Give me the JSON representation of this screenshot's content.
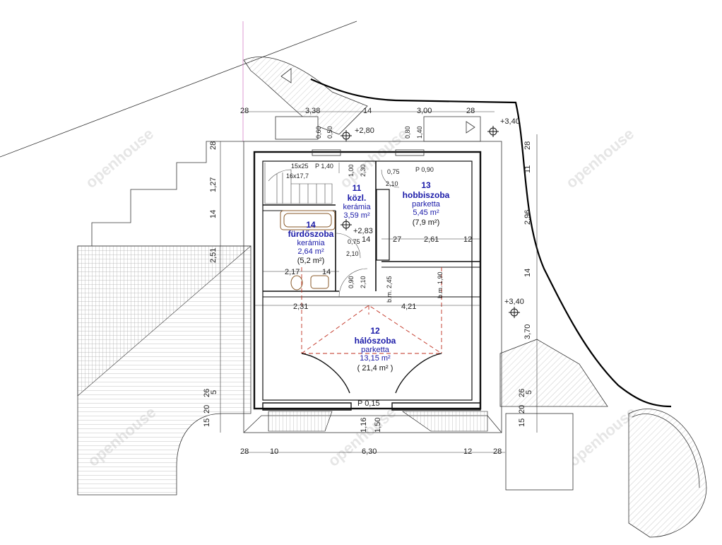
{
  "watermark": "openhouse",
  "dims": {
    "top": [
      "28",
      "3,38",
      "14",
      "3,00",
      "28"
    ],
    "bottom": [
      "28",
      "10",
      "6,30",
      "12",
      "28"
    ],
    "left": [
      "28",
      "1,27",
      "14",
      "2,51",
      "26",
      "20",
      "15",
      "5"
    ],
    "right": [
      "28",
      "11",
      "2,96",
      "14",
      "3,70",
      "26",
      "20",
      "15",
      "5"
    ],
    "inner": {
      "d_060": "0,60",
      "d_050": "0,50",
      "d_080": "0,80",
      "d_140": "1,40",
      "d_100": "1,00",
      "d_230": "2,30",
      "d_075a": "0,75",
      "d_210a": "2,10",
      "d_075b": "0,75",
      "d_210b": "2,10",
      "d_090": "0,90",
      "d_210c": "2,10",
      "d_217": "2,17",
      "d_14a": "14",
      "d_14b": "14",
      "d_27": "27",
      "d_261": "2,61",
      "d_12": "12",
      "d_231": "2,31",
      "d_421": "4,21",
      "d_116": "1,16",
      "d_150": "1,50",
      "stair1": "15x25",
      "stair2": "16x17,7",
      "bm1": "b.m. 2,45",
      "bm2": "b.m. 1,90"
    }
  },
  "levels": [
    "+2,80",
    "+3,40",
    "+2,83",
    "+3,40"
  ],
  "parapets": [
    "P 1,40",
    "P 0,90",
    "P 0,15"
  ],
  "rooms": [
    {
      "num": "11",
      "name": "közl.",
      "material": "kerámia",
      "area": "3,59 m²"
    },
    {
      "num": "13",
      "name": "hobbiszoba",
      "material": "parketta",
      "area": "5,45 m²",
      "area2": "(7,9 m²)"
    },
    {
      "num": "14",
      "name": "fürdőszoba",
      "material": "kerámia",
      "area": "2,64 m²",
      "area2": "(5,2 m²)"
    },
    {
      "num": "12",
      "name": "hálószoba",
      "material": "parketta",
      "area": "13,15 m²",
      "area2": "( 21,4 m² )"
    }
  ]
}
